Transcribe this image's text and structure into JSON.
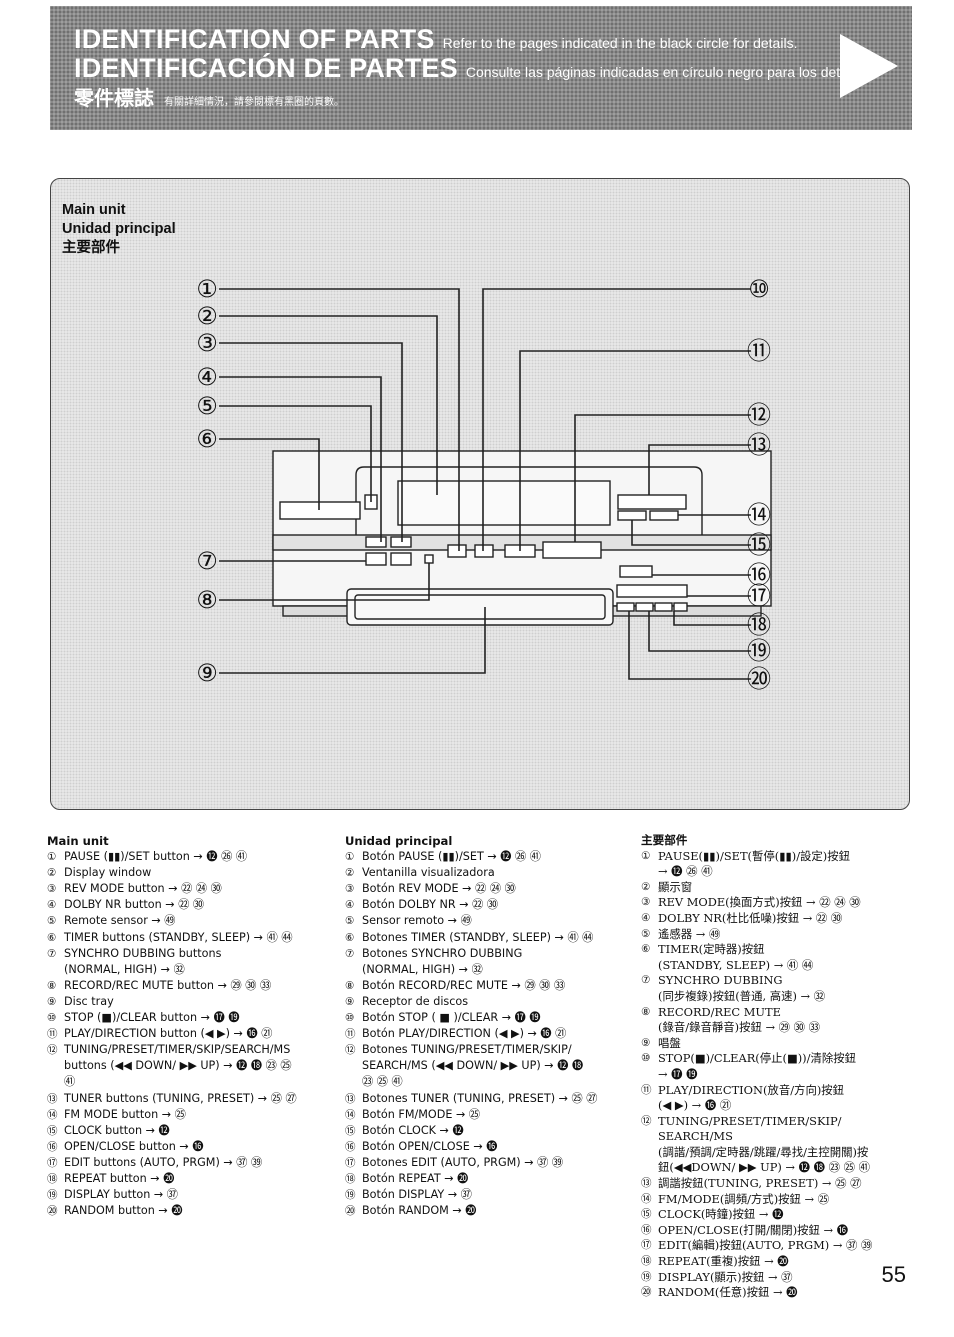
{
  "header": {
    "line1_big": "IDENTIFICATION OF PARTS",
    "line1_small": "Refer to the pages indicated in the black circle for details.",
    "line2_big": "IDENTIFICACIÓN DE PARTES",
    "line2_small": "Consulte las páginas indicadas en círculo negro para los detalles.",
    "line3_big": "零件標誌",
    "line3_small": "有關詳細情況，請參閱標有黑圈的頁數。"
  },
  "panel_title": {
    "en": "Main unit",
    "es": "Unidad principal",
    "zh": "主要部件"
  },
  "callouts": [
    "①",
    "②",
    "③",
    "④",
    "⑤",
    "⑥",
    "⑦",
    "⑧",
    "⑨",
    "⑩",
    "⑪",
    "⑫",
    "⑬",
    "⑭",
    "⑮",
    "⑯",
    "⑰",
    "⑱",
    "⑲",
    "⑳"
  ],
  "columns": {
    "en": {
      "heading": "Main unit",
      "items": [
        {
          "n": "①",
          "t": "PAUSE (▮▮)/SET button → ⓬ ㉖ ㊶"
        },
        {
          "n": "②",
          "t": "Display window"
        },
        {
          "n": "③",
          "t": "REV MODE button → ㉒ ㉔ ㉚"
        },
        {
          "n": "④",
          "t": "DOLBY NR button → ㉒ ㉚"
        },
        {
          "n": "⑤",
          "t": "Remote sensor → ㊾"
        },
        {
          "n": "⑥",
          "t": "TIMER buttons (STANDBY, SLEEP) → ㊶ ㊹"
        },
        {
          "n": "⑦",
          "t": "SYNCHRO DUBBING buttons\n(NORMAL, HIGH) → ㉜"
        },
        {
          "n": "⑧",
          "t": "RECORD/REC MUTE button → ㉙ ㉚ ㉝"
        },
        {
          "n": "⑨",
          "t": "Disc tray"
        },
        {
          "n": "⑩",
          "t": "STOP (■)/CLEAR button → ⓱ ⓳"
        },
        {
          "n": "⑪",
          "t": "PLAY/DIRECTION button (◀ ▶) → ⓰ ㉑"
        },
        {
          "n": "⑫",
          "t": "TUNING/PRESET/TIMER/SKIP/SEARCH/MS\nbuttons (◀◀ DOWN/ ▶▶ UP) → ⓬ ⓲ ㉓ ㉕\n㊶"
        },
        {
          "n": "⑬",
          "t": "TUNER buttons (TUNING, PRESET) → ㉕ ㉗"
        },
        {
          "n": "⑭",
          "t": "FM MODE button → ㉕"
        },
        {
          "n": "⑮",
          "t": "CLOCK button → ⓬"
        },
        {
          "n": "⑯",
          "t": "OPEN/CLOSE button → ⓰"
        },
        {
          "n": "⑰",
          "t": "EDIT buttons (AUTO, PRGM) → ㊲ ㊴"
        },
        {
          "n": "⑱",
          "t": "REPEAT button → ⓴"
        },
        {
          "n": "⑲",
          "t": "DISPLAY button → ㊲"
        },
        {
          "n": "⑳",
          "t": "RANDOM button → ⓴"
        }
      ]
    },
    "es": {
      "heading": "Unidad principal",
      "items": [
        {
          "n": "①",
          "t": "Botón PAUSE (▮▮)/SET → ⓬ ㉖ ㊶"
        },
        {
          "n": "②",
          "t": "Ventanilla visualizadora"
        },
        {
          "n": "③",
          "t": "Botón REV MODE → ㉒ ㉔ ㉚"
        },
        {
          "n": "④",
          "t": "Botón DOLBY NR → ㉒ ㉚"
        },
        {
          "n": "⑤",
          "t": "Sensor remoto → ㊾"
        },
        {
          "n": "⑥",
          "t": "Botones TIMER (STANDBY, SLEEP) → ㊶ ㊹"
        },
        {
          "n": "⑦",
          "t": "Botones SYNCHRO DUBBING\n(NORMAL, HIGH) → ㉜"
        },
        {
          "n": "⑧",
          "t": "Botón RECORD/REC MUTE → ㉙ ㉚ ㉝"
        },
        {
          "n": "⑨",
          "t": "Receptor de discos"
        },
        {
          "n": "⑩",
          "t": "Botón STOP ( ■ )/CLEAR → ⓱ ⓳"
        },
        {
          "n": "⑪",
          "t": "Botón PLAY/DIRECTION (◀ ▶) → ⓰ ㉑"
        },
        {
          "n": "⑫",
          "t": "Botones TUNING/PRESET/TIMER/SKIP/\nSEARCH/MS (◀◀ DOWN/ ▶▶ UP) → ⓬ ⓲\n㉓ ㉕ ㊶"
        },
        {
          "n": "⑬",
          "t": "Botones TUNER (TUNING, PRESET) → ㉕ ㉗"
        },
        {
          "n": "⑭",
          "t": "Botón FM/MODE → ㉕"
        },
        {
          "n": "⑮",
          "t": "Botón CLOCK → ⓬"
        },
        {
          "n": "⑯",
          "t": "Botón OPEN/CLOSE → ⓰"
        },
        {
          "n": "⑰",
          "t": "Botones EDIT (AUTO, PRGM) → ㊲ ㊴"
        },
        {
          "n": "⑱",
          "t": "Botón REPEAT → ⓴"
        },
        {
          "n": "⑲",
          "t": "Botón DISPLAY → ㊲"
        },
        {
          "n": "⑳",
          "t": "Botón RANDOM → ⓴"
        }
      ]
    },
    "zh": {
      "heading": "主要部件",
      "items": [
        {
          "n": "①",
          "t": "PAUSE(▮▮)/SET(暫停(▮▮)/設定)按鈕\n→ ⓬ ㉖ ㊶"
        },
        {
          "n": "②",
          "t": "顯示窗"
        },
        {
          "n": "③",
          "t": "REV MODE(換面方式)按鈕 → ㉒ ㉔ ㉚"
        },
        {
          "n": "④",
          "t": "DOLBY NR(杜比低噪)按鈕 → ㉒ ㉚"
        },
        {
          "n": "⑤",
          "t": "遙感器 → ㊾"
        },
        {
          "n": "⑥",
          "t": "TIMER(定時器)按鈕\n(STANDBY, SLEEP) → ㊶ ㊹"
        },
        {
          "n": "⑦",
          "t": "SYNCHRO DUBBING\n(同步複錄)按鈕(普通, 高速) → ㉜"
        },
        {
          "n": "⑧",
          "t": "RECORD/REC MUTE\n(錄音/錄音靜音)按鈕 → ㉙ ㉚ ㉝"
        },
        {
          "n": "⑨",
          "t": "唱盤"
        },
        {
          "n": "⑩",
          "t": "STOP(■)/CLEAR(停止(■))/清除按鈕\n→ ⓱ ⓳"
        },
        {
          "n": "⑪",
          "t": "PLAY/DIRECTION(放音/方向)按鈕\n(◀ ▶) → ⓰ ㉑"
        },
        {
          "n": "⑫",
          "t": "TUNING/PRESET/TIMER/SKIP/\nSEARCH/MS\n(調諧/預調/定時器/跳躍/尋找/主控開關)按\n鈕(◀◀DOWN/ ▶▶ UP) → ⓬ ⓲ ㉓ ㉕ ㊶"
        },
        {
          "n": "⑬",
          "t": "調諧按鈕(TUNING, PRESET) → ㉕ ㉗"
        },
        {
          "n": "⑭",
          "t": "FM/MODE(調頻/方式)按鈕 → ㉕"
        },
        {
          "n": "⑮",
          "t": "CLOCK(時鐘)按鈕 → ⓬"
        },
        {
          "n": "⑯",
          "t": "OPEN/CLOSE(打開/關閉)按鈕 → ⓰"
        },
        {
          "n": "⑰",
          "t": "EDIT(編輯)按鈕(AUTO, PRGM) → ㊲ ㊴"
        },
        {
          "n": "⑱",
          "t": "REPEAT(重複)按鈕 → ⓴"
        },
        {
          "n": "⑲",
          "t": "DISPLAY(顯示)按鈕 → ㊲"
        },
        {
          "n": "⑳",
          "t": "RANDOM(任意)按鈕 → ⓴"
        }
      ]
    }
  },
  "page_number": "55"
}
